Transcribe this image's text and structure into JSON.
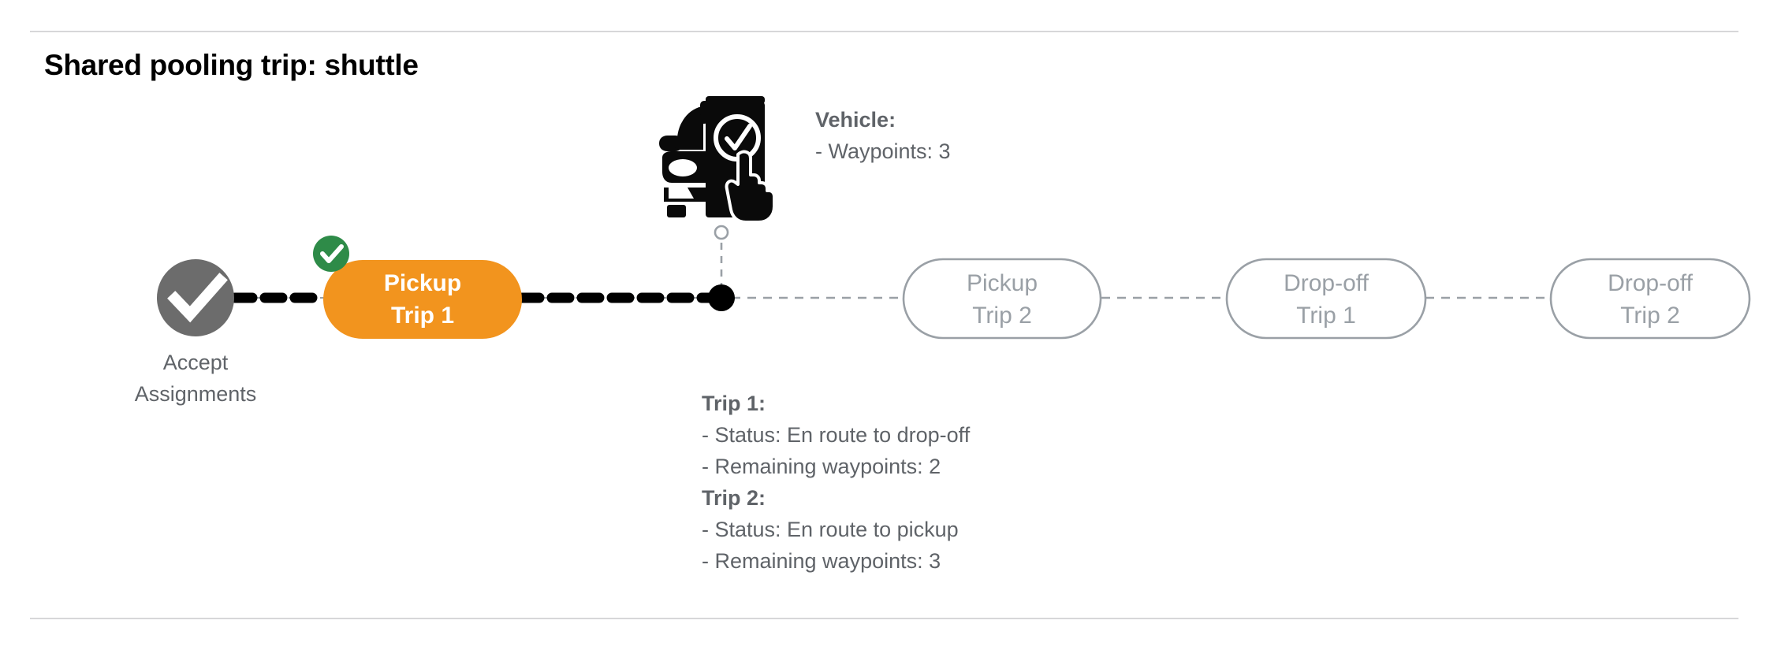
{
  "page": {
    "title": "Shared pooling trip: shuttle"
  },
  "colors": {
    "active_pill": "#F2941E",
    "active_pill_text": "#FFFFFF",
    "inactive_pill_stroke": "#9AA0A6",
    "inactive_pill_text": "#9AA0A6",
    "completed_node": "#6C6C6C",
    "success_badge": "#2E8B48",
    "vehicle_marker": "#000000",
    "traveled_path": "#000000",
    "upcoming_path": "#9AA0A6",
    "divider": "#D7D7D9",
    "body_text": "#5F6368",
    "title_text": "#000000"
  },
  "flow": {
    "start_node": {
      "icon": "check-circle-icon",
      "caption_line1": "Accept",
      "caption_line2": "Assignments",
      "state": "completed"
    },
    "vehicle_marker": {
      "icon": "vehicle-location-dot-icon",
      "state": "current"
    },
    "steps": [
      {
        "id": "pickup-trip-1",
        "line1": "Pickup",
        "line2": "Trip 1",
        "state": "completed",
        "badge": "check-badge-icon"
      },
      {
        "id": "pickup-trip-2",
        "line1": "Pickup",
        "line2": "Trip 2",
        "state": "upcoming",
        "badge": null
      },
      {
        "id": "dropoff-trip-1",
        "line1": "Drop-off",
        "line2": "Trip 1",
        "state": "upcoming",
        "badge": null
      },
      {
        "id": "dropoff-trip-2",
        "line1": "Drop-off",
        "line2": "Trip 2",
        "state": "upcoming",
        "badge": null
      }
    ]
  },
  "vehicle_panel": {
    "icon": "car-phone-checkmark-icon",
    "heading": "Vehicle",
    "heading_colon": ":",
    "waypoints_line": "- Waypoints: 3"
  },
  "trip_panel": {
    "trip1": {
      "heading": "Trip 1",
      "heading_colon": ":",
      "status_line": "- Status:  En route to drop-off",
      "waypoints_line": "- Remaining waypoints: 2"
    },
    "trip2": {
      "heading": "Trip 2",
      "heading_colon": ":",
      "status_line": "- Status:  En route to pickup",
      "waypoints_line": "- Remaining waypoints: 3"
    }
  }
}
